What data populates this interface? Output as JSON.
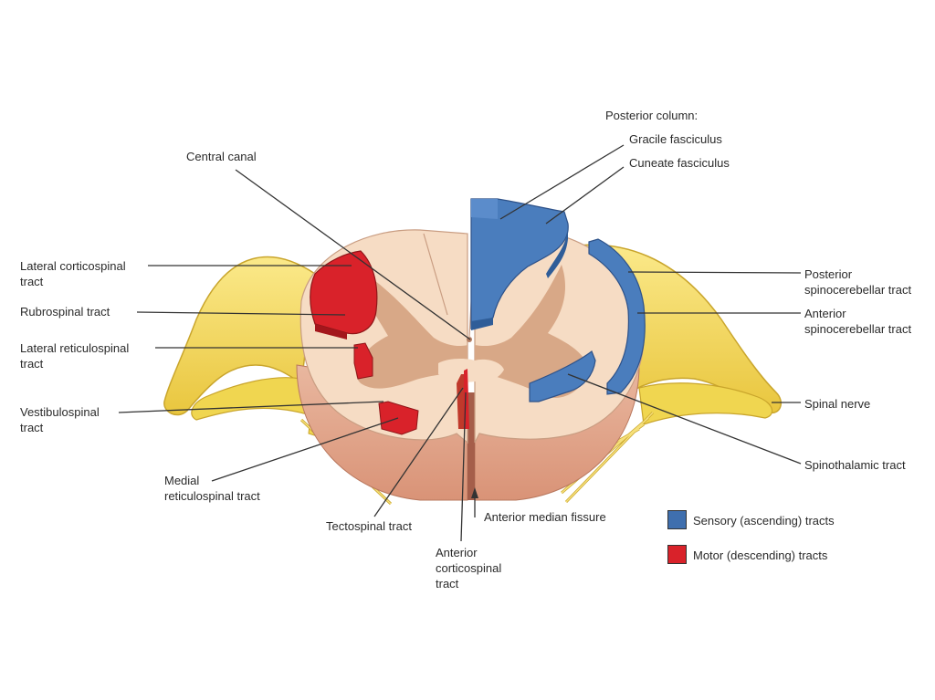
{
  "labels": {
    "posterior_column": "Posterior column:",
    "gracile_fasciculus": "Gracile fasciculus",
    "cuneate_fasciculus": "Cuneate fasciculus",
    "central_canal": "Central canal",
    "lateral_corticospinal": "Lateral corticospinal\ntract",
    "rubrospinal": "Rubrospinal tract",
    "lateral_reticulospinal": "Lateral reticulospinal\ntract",
    "vestibulospinal": "Vestibulospinal\ntract",
    "medial_reticulospinal": "Medial\nreticulospinal tract",
    "tectospinal": "Tectospinal tract",
    "anterior_corticospinal": "Anterior\ncorticospinal\ntract",
    "anterior_median_fissure": "Anterior median fissure",
    "posterior_spinocerebellar": "Posterior\nspinocerebellar tract",
    "anterior_spinocerebellar": "Anterior\nspinocerebellar tract",
    "spinal_nerve": "Spinal nerve",
    "spinothalamic": "Spinothalamic tract"
  },
  "legend": {
    "sensory": "Sensory (ascending) tracts",
    "motor": "Motor (descending) tracts"
  },
  "colors": {
    "sensory": "#3f6fae",
    "motor": "#d9222a",
    "nerve": "#f3dc58",
    "white_matter": "#f6dcc4",
    "gray_matter": "#d8a887",
    "cut_face": "#e2a48a"
  }
}
